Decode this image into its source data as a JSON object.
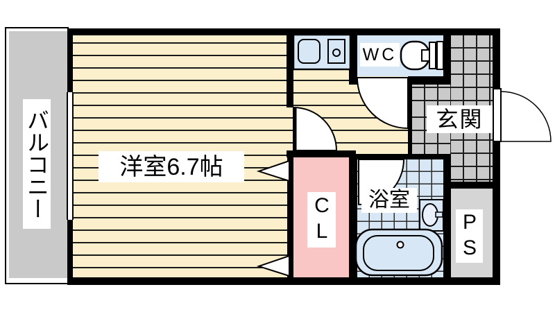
{
  "rooms": {
    "balcony": {
      "label": "バルコニー"
    },
    "western_room": {
      "label": "洋室6.7帖"
    },
    "closet": {
      "label": "CL"
    },
    "bathroom": {
      "label": "浴室"
    },
    "toilet_room": {
      "label": "WC"
    },
    "entrance": {
      "label": "玄関"
    },
    "pipe_space": {
      "label": "PS"
    }
  },
  "colors": {
    "wood_floor": "#FBF0CB",
    "plank_line": "#1A1A1A",
    "wet_area_blue": "#D8E7F6",
    "closet_pink": "#F9C5C5",
    "entrance_tile_gray": "#CACACA",
    "balcony_gray": "#C9C9C9",
    "pipe_space_gray": "#D5D5D5",
    "wall": "#000000"
  }
}
